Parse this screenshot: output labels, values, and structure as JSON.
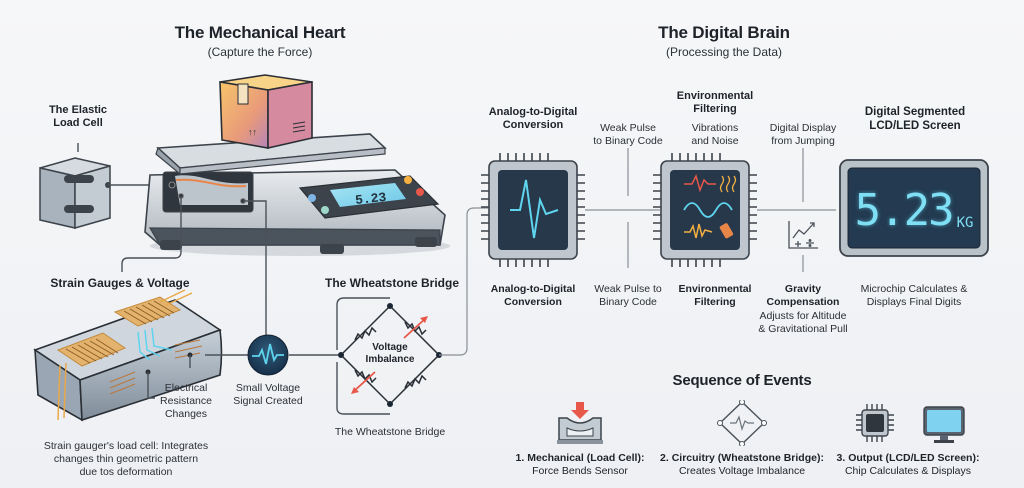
{
  "mechanical": {
    "title": "The Mechanical Heart",
    "subtitle": "(Capture the Force)",
    "load_cell_label": [
      "The Elastic",
      "Load Cell"
    ],
    "scale_display_value": "5.23",
    "strain_gauges_title": "Strain Gauges & Voltage",
    "electrical_resistance": [
      "Electrical",
      "Resistance",
      "Changes"
    ],
    "small_voltage": [
      "Small Voltage",
      "Signal Created"
    ],
    "strain_caption": [
      "Strain gauger's load cell: Integrates",
      "changes thin geometric pattern",
      "due tos deformation"
    ],
    "wheatstone_title": "The Wheatstone Bridge",
    "voltage_imbalance": [
      "Voltage",
      "Imbalance"
    ],
    "wheatstone_caption": "The Wheatstone Bridge"
  },
  "digital": {
    "title": "The Digital Brain",
    "subtitle": "(Processing the Data)",
    "adc_top": [
      "Analog-to-Digital",
      "Conversion"
    ],
    "weak_pulse_top": [
      "Weak Pulse",
      "to Binary Code"
    ],
    "env_top": [
      "Environmental",
      "Filtering"
    ],
    "vibrations": [
      "Vibrations",
      "and Noise"
    ],
    "digital_display_note": [
      "Digital Display",
      "from Jumping"
    ],
    "lcd_title": [
      "Digital Segmented",
      "LCD/LED Screen"
    ],
    "adc_bottom": [
      "Analog-to-Digital",
      "Conversion"
    ],
    "weak_pulse_bottom": [
      "Weak Pulse to",
      "Binary Code"
    ],
    "env_bottom": [
      "Environmental",
      "Filtering"
    ],
    "gravity_title": [
      "Gravity",
      "Compensation"
    ],
    "gravity_desc": [
      "Adjusts for Altitude",
      "& Gravitational Pull"
    ],
    "lcd_value": "5.23",
    "lcd_unit": "KG",
    "lcd_caption": [
      "Microchip Calculates &",
      "Displays Final Digits"
    ]
  },
  "sequence": {
    "title": "Sequence of Events",
    "steps": [
      {
        "title": "1. Mechanical (Load Cell):",
        "desc": "Force Bends Sensor",
        "icon": "load-cell-press-icon"
      },
      {
        "title": "2. Circuitry (Wheatstone Bridge):",
        "desc": "Creates Voltage Imbalance",
        "icon": "bridge-circuit-icon"
      },
      {
        "title": "3. Output (LCD/LED Screen):",
        "desc": "Chip Calculates & Displays",
        "icon": "chip-monitor-icon"
      }
    ]
  },
  "colors": {
    "accent_cyan": "#5fd4ee",
    "screen_dark": "#26384a",
    "arrow_red": "#e8584a",
    "copper": "#d9953f",
    "line_dark": "#4a5159"
  }
}
